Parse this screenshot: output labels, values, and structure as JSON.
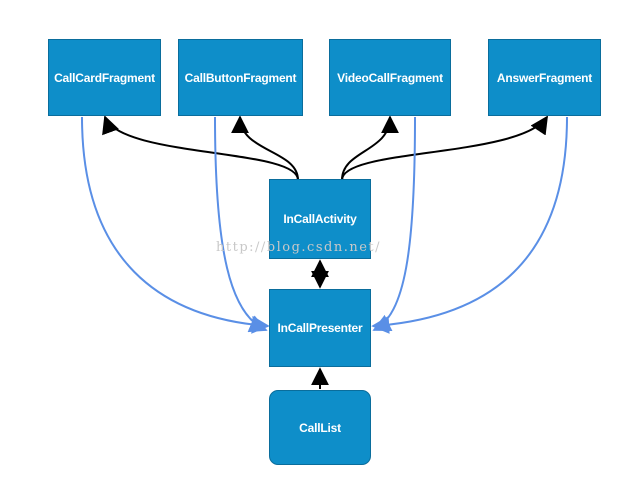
{
  "nodes": {
    "call_card_fragment": "CallCardFragment",
    "call_button_fragment": "CallButtonFragment",
    "video_call_fragment": "VideoCallFragment",
    "answer_fragment": "AnswerFragment",
    "in_call_activity": "InCallActivity",
    "in_call_presenter": "InCallPresenter",
    "call_list": "CallList"
  },
  "watermark": "http://blog.csdn.net/",
  "colors": {
    "node_fill": "#0e8ec9",
    "node_border": "#0a6d9c",
    "activity_edge": "#000000",
    "presenter_edge": "#5a8fe6"
  }
}
